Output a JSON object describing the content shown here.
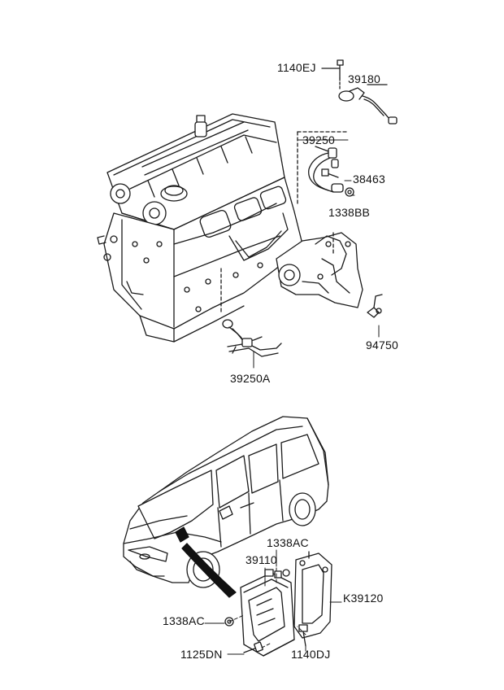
{
  "diagram": {
    "parts": {
      "p1140EJ": "1140EJ",
      "p39180": "39180",
      "p39250": "39250",
      "p38463": "38463",
      "p1338BB": "1338BB",
      "p94750": "94750",
      "p39250A": "39250A",
      "p1338AC_top": "1338AC",
      "p39110": "39110",
      "pK39120": "K39120",
      "p1338AC_left": "1338AC",
      "p1125DN": "1125DN",
      "p1140DJ": "1140DJ"
    }
  }
}
